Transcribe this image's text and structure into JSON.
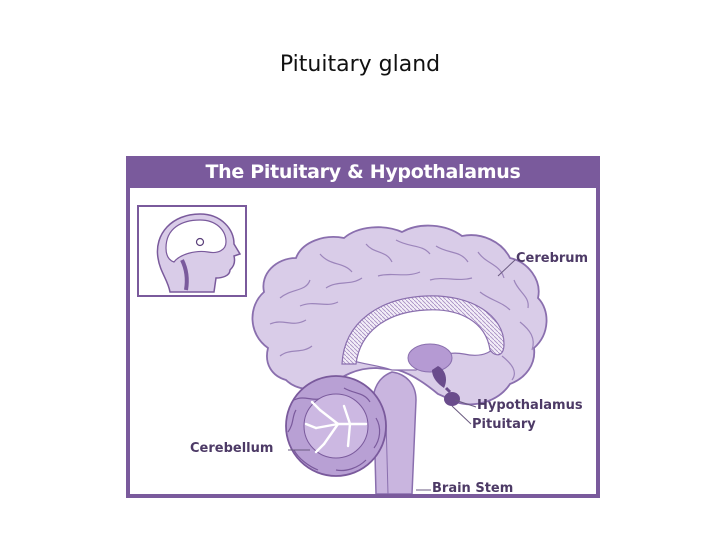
{
  "slide": {
    "title": "Pituitary gland"
  },
  "figure": {
    "header": "The Pituitary & Hypothalamus",
    "labels": {
      "cerebrum": "Cerebrum",
      "hypothalamus": "Hypothalamus",
      "pituitary": "Pituitary",
      "cerebellum": "Cerebellum",
      "brain_stem": "Brain Stem"
    },
    "colors": {
      "frame": "#7a5a9c",
      "brain_fill": "#d9cce8",
      "brain_stroke": "#8a6fae",
      "dark_structure": "#6a4c8c",
      "label_text": "#4d3a66"
    },
    "inset_icon": "head-profile-icon"
  }
}
